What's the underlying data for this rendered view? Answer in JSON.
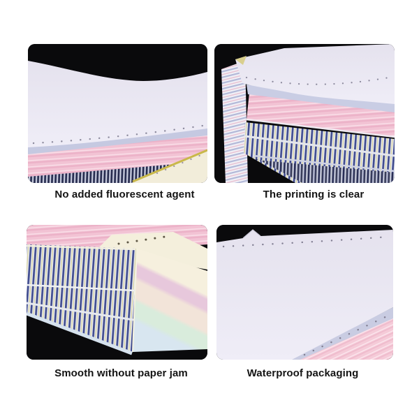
{
  "page": {
    "background_color": "#ffffff",
    "layout": "2x2 product feature photo grid"
  },
  "features": [
    {
      "id": "no-fluorescent",
      "caption": "No added fluorescent agent",
      "photo_alt": "white perforated top sheet over pink carbonless paper stack"
    },
    {
      "id": "clear-printing",
      "caption": "The printing is clear",
      "photo_alt": "side view of multipart continuous paper stack with striped fanfold edges"
    },
    {
      "id": "smooth-feed",
      "caption": "Smooth without paper jam",
      "photo_alt": "corner of fanfold paper stack with pinstripe edge and pastel layers"
    },
    {
      "id": "waterproof",
      "caption": "Waterproof packaging",
      "photo_alt": "white tractor-feed sheet with punch holes over pink sheet"
    }
  ],
  "colors": {
    "caption_text": "#141414",
    "photo_background": "#0a0a0c",
    "sheet_white": "#e9e6f2",
    "pink_paper": "#f2c3d4",
    "navy_stripe": "#424e90",
    "cream_stripe": "#d6d29c",
    "lavender_edge": "#c5c9e1",
    "pastel_cream": "#f6f0de",
    "pastel_mint": "#d9ecdc",
    "pastel_blue": "#d8e6f0"
  }
}
